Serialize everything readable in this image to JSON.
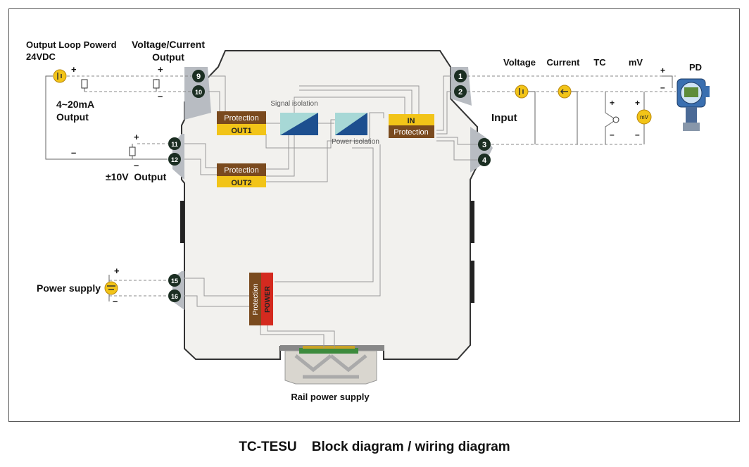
{
  "left": {
    "loop_title_1": "Output Loop Powerd",
    "loop_title_2": "24VDC",
    "vc_title_1": "Voltage/Current",
    "vc_title_2": "Output",
    "ma_label_1": "4~20mA",
    "ma_label_2": "Output",
    "v10_label": "±10V  Output",
    "power_label": "Power supply",
    "plus": "+",
    "minus": "–"
  },
  "terminals": {
    "t9": "9",
    "t10": "10",
    "t11": "11",
    "t12": "12",
    "t15": "15",
    "t16": "16",
    "t1": "1",
    "t2": "2",
    "t3": "3",
    "t4": "4"
  },
  "blocks": {
    "protection": "Protection",
    "out1": "OUT1",
    "out2": "OUT2",
    "in": "IN",
    "power": "POWER",
    "signal_isolation": "Signal isolation",
    "power_isolation": "Power isolation"
  },
  "right": {
    "voltage": "Voltage",
    "current": "Current",
    "tc": "TC",
    "mv": "mV",
    "pd": "PD",
    "input": "Input",
    "mv_badge": "mV"
  },
  "rail_label": "Rail power supply",
  "caption": "TC-TESU    Block diagram / wiring diagram",
  "colors": {
    "protection": "#7a4a1e",
    "out_yellow": "#f2c418",
    "power_red": "#d42a1f",
    "terminal": "#1b2e22",
    "isolator": "#1d4f8f",
    "housing": "#f2f1ee"
  }
}
